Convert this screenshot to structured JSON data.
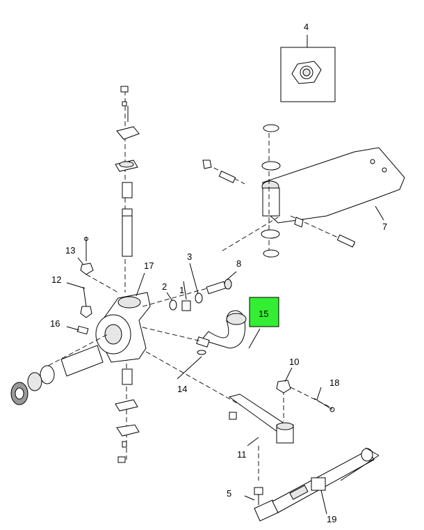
{
  "callouts": {
    "c1": "1",
    "c2": "2",
    "c3": "3",
    "c4": "4",
    "c5": "5",
    "c7": "7",
    "c8": "8",
    "c10": "10",
    "c11": "11",
    "c12": "12",
    "c13": "13",
    "c14": "14",
    "c15": "15",
    "c16": "16",
    "c17": "17",
    "c18": "18",
    "c19": "19"
  },
  "highlight": {
    "part": "15",
    "color": "#33ee33"
  }
}
